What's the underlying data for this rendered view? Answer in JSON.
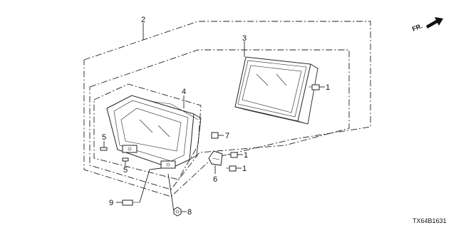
{
  "callouts": {
    "c1a": "1",
    "c1b": "1",
    "c1c": "1",
    "c2": "2",
    "c3": "3",
    "c4": "4",
    "c5a": "5",
    "c5b": "5",
    "c6": "6",
    "c7": "7",
    "c8": "8",
    "c9": "9"
  },
  "direction_label": "FR.",
  "diagram_code": "TX64B1631"
}
